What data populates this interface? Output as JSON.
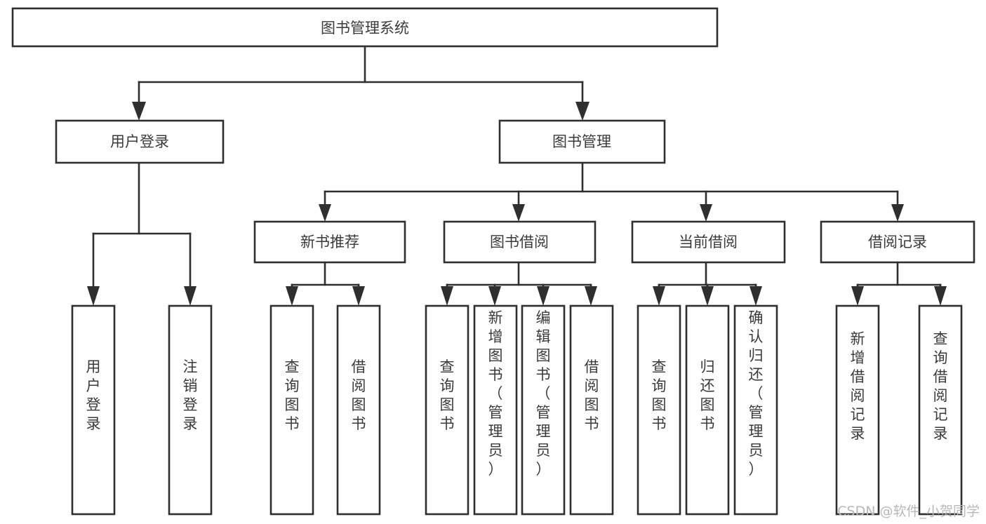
{
  "diagram": {
    "title": "图书管理系统",
    "type": "tree-hierarchy-chart",
    "root": {
      "label": "图书管理系统"
    },
    "level2": [
      {
        "label": "用户登录"
      },
      {
        "label": "图书管理"
      }
    ],
    "level3": [
      {
        "label": "新书推荐"
      },
      {
        "label": "图书借阅"
      },
      {
        "label": "当前借阅"
      },
      {
        "label": "借阅记录"
      }
    ],
    "leaves": {
      "user_login": [
        {
          "label": "用户登录"
        },
        {
          "label": "注销登录"
        }
      ],
      "new_book_recommend": [
        {
          "label": "查询图书"
        },
        {
          "label": "借阅图书"
        }
      ],
      "book_borrow": [
        {
          "label": "查询图书"
        },
        {
          "label": "新增图书（管理员）"
        },
        {
          "label": "编辑图书（管理员）"
        },
        {
          "label": "借阅图书"
        }
      ],
      "current_borrow": [
        {
          "label": "查询图书"
        },
        {
          "label": "归还图书"
        },
        {
          "label": "确认归还（管理员）"
        }
      ],
      "borrow_record": [
        {
          "label": "新增借阅记录"
        },
        {
          "label": "查询借阅记录"
        }
      ]
    },
    "watermark": "CSDN @软件_小贺同学",
    "colors": {
      "stroke": "#2f2f2f",
      "fill": "#ffffff",
      "text": "#3a3a3a",
      "watermark": "#b8b8b8",
      "background": "#ffffff"
    }
  }
}
